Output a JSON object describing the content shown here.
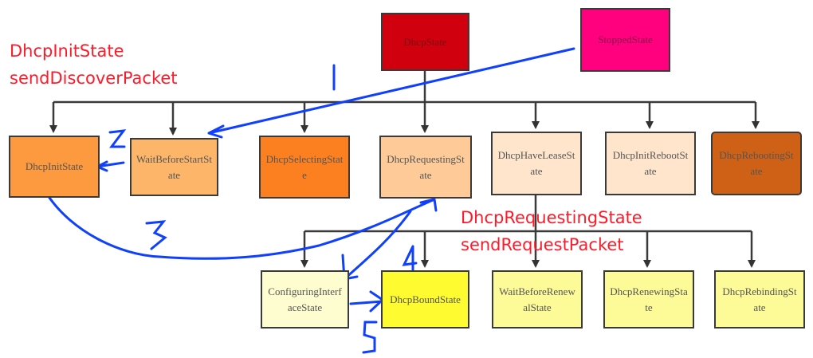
{
  "nodes": {
    "dhcp_state": {
      "label": "DhcpState",
      "color": "#d0000f"
    },
    "stopped_state": {
      "label": "StoppedState",
      "color": "#ff007f"
    },
    "dhcp_init_state": {
      "label": "DhcpInitState",
      "color": "#fd9a40"
    },
    "wait_before_start_state": {
      "label": "WaitBeforeStartState",
      "color": "#fdb56a"
    },
    "dhcp_selecting_state": {
      "label": "DhcpSelectingState",
      "color": "#fd8020"
    },
    "dhcp_requesting_state": {
      "label": "DhcpRequestingState",
      "color": "#fecb98"
    },
    "dhcp_have_lease_state": {
      "label": "DhcpHaveLeaseState",
      "color": "#fee5cc"
    },
    "dhcp_init_reboot_state": {
      "label": "DhcpInitRebootState",
      "color": "#fee5cc"
    },
    "dhcp_rebooting_state": {
      "label": "DhcpRebootingState",
      "color": "#cf6117"
    },
    "configuring_interface_state": {
      "label": "ConfiguringInterfaceState",
      "color": "#fefdd0"
    },
    "dhcp_bound_state": {
      "label": "DhcpBoundState",
      "color": "#fefc30"
    },
    "wait_before_renewal_state": {
      "label": "WaitBeforeRenewalState",
      "color": "#fdfa98"
    },
    "dhcp_renewing_state": {
      "label": "DhcpRenewingState",
      "color": "#fdfa98"
    },
    "dhcp_rebinding_state": {
      "label": "DhcpRebindingState",
      "color": "#fdfa98"
    }
  },
  "annotations": {
    "init_title": "DhcpInitState",
    "init_action": "sendDiscoverPacket",
    "requesting_title": "DhcpRequestingState",
    "requesting_action": "sendRequestPacket",
    "annotation_color": "#ff1a2a",
    "step_color": "#1040ff",
    "steps": [
      "1",
      "2",
      "3",
      "4",
      "5"
    ]
  }
}
